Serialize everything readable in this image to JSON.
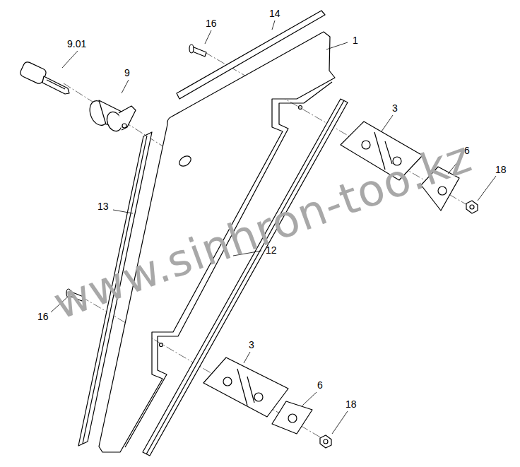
{
  "diagram": {
    "labels": [
      "9.01",
      "16",
      "14",
      "1",
      "9",
      "3",
      "6",
      "18",
      "13",
      "12",
      "16",
      "3",
      "6",
      "18",
      "www.sinhron-too.kz"
    ]
  }
}
